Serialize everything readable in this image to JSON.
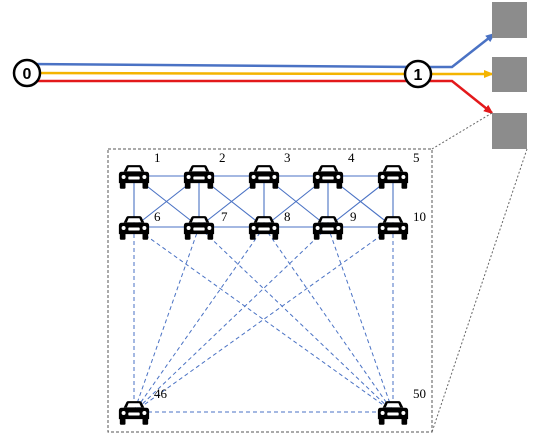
{
  "nodes": [
    {
      "label": "0"
    },
    {
      "label": "1"
    }
  ],
  "paths": [
    {
      "color": "#4a72c4"
    },
    {
      "color": "#f4b400"
    },
    {
      "color": "#e3191b"
    }
  ],
  "boxes_color": "#8c8c8c",
  "cars": [
    {
      "label": "1"
    },
    {
      "label": "2"
    },
    {
      "label": "3"
    },
    {
      "label": "4"
    },
    {
      "label": "5"
    },
    {
      "label": "6"
    },
    {
      "label": "7"
    },
    {
      "label": "8"
    },
    {
      "label": "9"
    },
    {
      "label": "10"
    },
    {
      "label": "46"
    },
    {
      "label": "50"
    }
  ],
  "edge_color": "#4a72c4"
}
